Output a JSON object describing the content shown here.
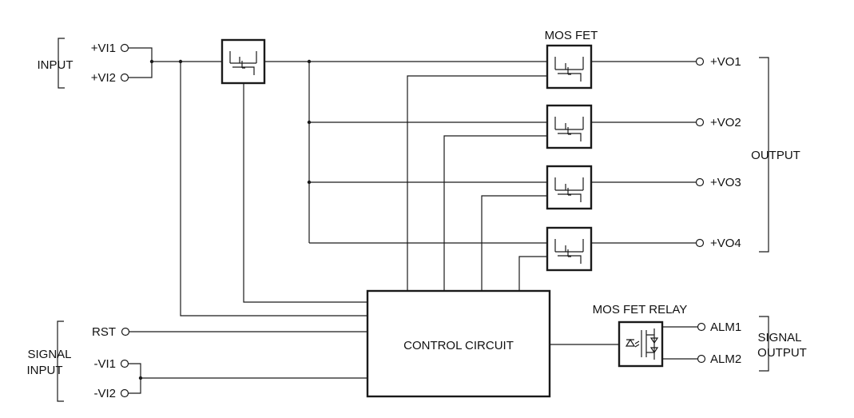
{
  "labels": {
    "input_group": "INPUT",
    "output_group": "OUTPUT",
    "signal_input_group": [
      "SIGNAL",
      "INPUT"
    ],
    "signal_output_group": [
      "SIGNAL",
      "OUTPUT"
    ],
    "mos_fet": "MOS FET",
    "mos_fet_relay": "MOS FET RELAY",
    "control_circuit": "CONTROL CIRCUIT"
  },
  "terminals": {
    "vi1_pos": "+VI1",
    "vi2_pos": "+VI2",
    "rst": "RST",
    "vi1_neg": "-VI1",
    "vi2_neg": "-VI2",
    "vo1": "+VO1",
    "vo2": "+VO2",
    "vo3": "+VO3",
    "vo4": "+VO4",
    "alm1": "ALM1",
    "alm2": "ALM2"
  }
}
